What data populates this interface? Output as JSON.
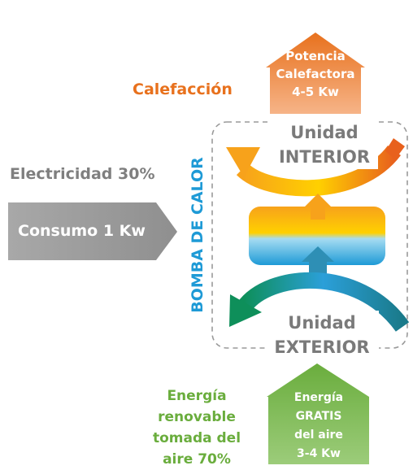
{
  "heating": {
    "label": "Calefacción",
    "box_line1": "Potencia",
    "box_line2": "Calefactora",
    "box_line3": "4-5 Kw",
    "color": "#e8711d"
  },
  "electricity": {
    "label": "Electricidad 30%",
    "arrow_label": "Consumo 1 Kw",
    "color": "#9d9d9d"
  },
  "heat_pump": {
    "label": "BOMBA DE CALOR",
    "color": "#1e9ad6"
  },
  "indoor_unit": {
    "line1": "Unidad",
    "line2": "INTERIOR"
  },
  "outdoor_unit": {
    "line1": "Unidad",
    "line2": "EXTERIOR"
  },
  "renewable": {
    "line1": "Energía",
    "line2": "renovable",
    "line3": "tomada del",
    "line4": "aire 70%",
    "color": "#6aad3d"
  },
  "free_energy": {
    "line1": "Energía",
    "line2": "GRATIS",
    "line3": "del aire",
    "line4": "3-4 Kw",
    "color": "#78b54a"
  }
}
